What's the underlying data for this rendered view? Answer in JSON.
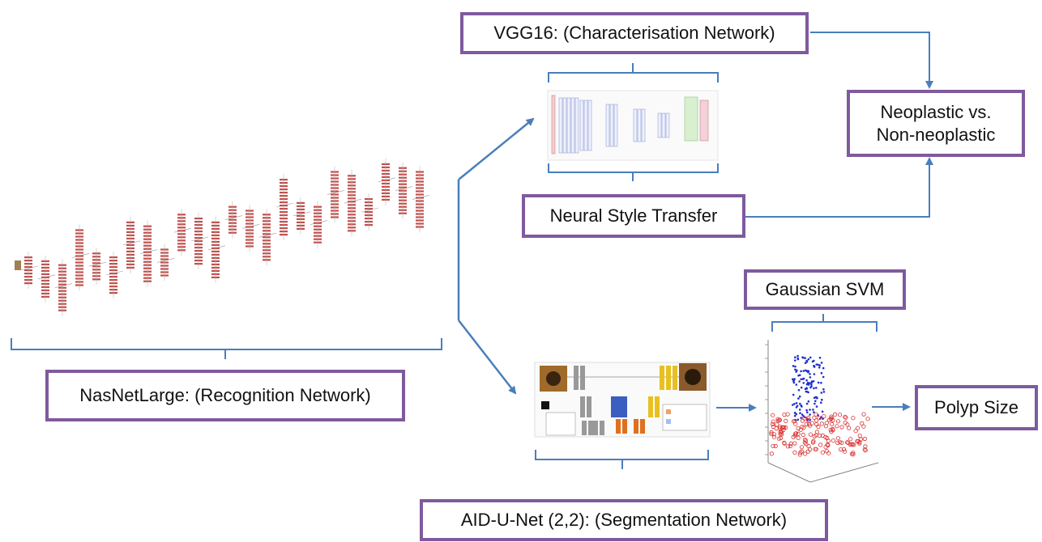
{
  "colors": {
    "box_border": "#7f5a9e",
    "arrow": "#4a7ebb",
    "bracket": "#4a7ebb",
    "layer_red": "#c0504d",
    "layer_blue": "#3b5fc0",
    "scatter_blue": "#1f2fd0",
    "scatter_red": "#d93030"
  },
  "labels": {
    "vgg16": "VGG16: (Characterisation Network)",
    "neoplastic_line1": "Neoplastic vs.",
    "neoplastic_line2": "Non-neoplastic",
    "neural_style": "Neural Style Transfer",
    "gaussian_svm": "Gaussian SVM",
    "nasnet": "NasNetLarge: (Recognition Network)",
    "polyp_size": "Polyp Size",
    "aid_unet": "AID-U-Net (2,2): (Segmentation Network)"
  },
  "icons": [
    "nasnet-architecture-thumbnail",
    "vgg16-architecture-thumbnail",
    "aid-unet-architecture-thumbnail",
    "svm-scatter-plot-thumbnail"
  ]
}
